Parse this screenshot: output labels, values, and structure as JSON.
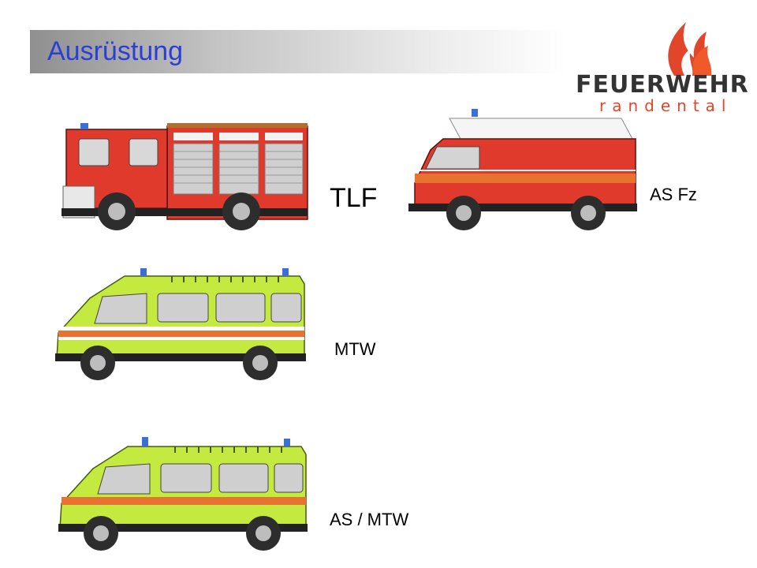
{
  "slide": {
    "title": "Ausrüstung"
  },
  "logo": {
    "brand": "FEUERWEHR",
    "location": "randental"
  },
  "vehicles": [
    {
      "label": "TLF"
    },
    {
      "label": "AS Fz"
    },
    {
      "label": "MTW"
    },
    {
      "label": "AS / MTW"
    }
  ],
  "colors": {
    "title": "#2a3fd6",
    "fire_red": "#e03a2c",
    "van_green": "#c4ea3f",
    "stripe_orange": "#e8722f",
    "logo_red": "#e2462a"
  }
}
